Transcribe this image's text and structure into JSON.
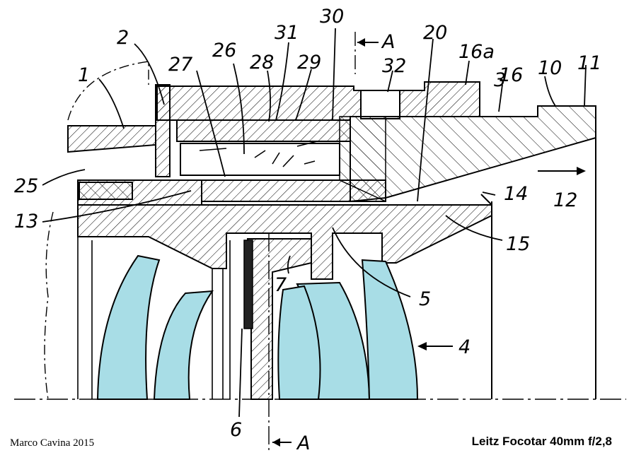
{
  "callouts": {
    "n1": "1",
    "n2": "2",
    "n3": "3",
    "n4": "4",
    "n5": "5",
    "n6": "6",
    "n7": "7",
    "n10": "10",
    "n11": "11",
    "n12": "12",
    "n13": "13",
    "n14": "14",
    "n15": "15",
    "n16": "16",
    "n16a": "16a",
    "n20": "20",
    "n25": "25",
    "n26": "26",
    "n27": "27",
    "n28": "28",
    "n29": "29",
    "n30": "30",
    "n31": "31",
    "n32": "32",
    "section_top": "A",
    "section_bottom": "A"
  },
  "credit": "Marco Cavina  2015",
  "caption": "Leitz Focotar 40mm f/2,8",
  "colors": {
    "glass": "#a8dde6",
    "ink": "#000000",
    "background": "#ffffff"
  }
}
